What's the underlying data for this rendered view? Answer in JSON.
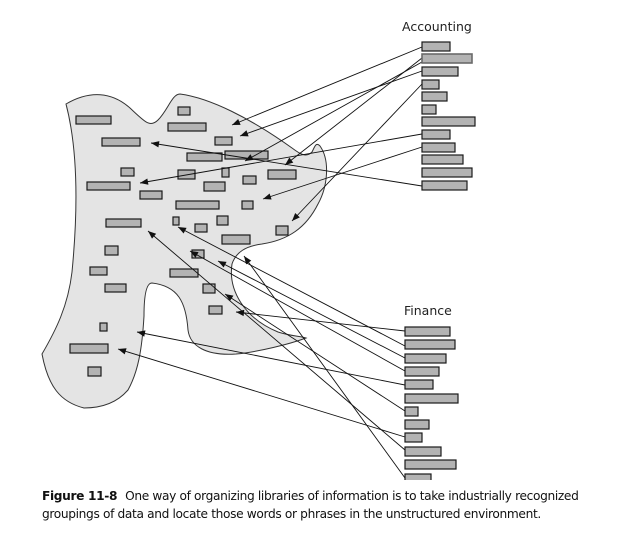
{
  "diagram": {
    "groups": [
      {
        "id": "accounting",
        "label": "Accounting",
        "item_count": 12
      },
      {
        "id": "finance",
        "label": "Finance",
        "item_count": 12
      }
    ],
    "unstructured_environment": {
      "label": "",
      "term_count": 37
    },
    "colors": {
      "blob_fill": "#e4e4e4",
      "term_fill": "#b3b3b3",
      "outline": "#1a1a1a"
    }
  },
  "caption": {
    "figure_label": "Figure 11-8",
    "text": "One way of organizing libraries of information is to take industrially recognized groupings of data and locate those words or phrases in the unstructured environment."
  }
}
